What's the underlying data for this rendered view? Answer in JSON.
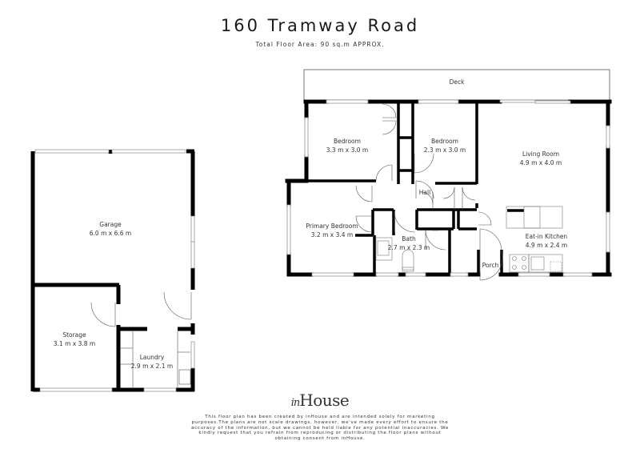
{
  "header": {
    "title": "160 Tramway Road",
    "subtitle": "Total Floor Area: 90 sq.m APPROX."
  },
  "rooms": {
    "deck": {
      "name": "Deck",
      "size": ""
    },
    "bedroom1": {
      "name": "Bedroom",
      "size": "3.3 m x 3.0 m"
    },
    "bedroom2": {
      "name": "Bedroom",
      "size": "2.3 m x 3.0 m"
    },
    "living": {
      "name": "Living Room",
      "size": "4.9 m x 4.0 m"
    },
    "hall": {
      "name": "Hall",
      "size": ""
    },
    "primary_bedroom": {
      "name": "Primary Bedroom",
      "size": "3.2 m x 3.4 m"
    },
    "bath": {
      "name": "Bath",
      "size": "2.7 m x 2.3 m"
    },
    "kitchen": {
      "name": "Eat-in Kitchen",
      "size": "4.9 m x 2.4 m"
    },
    "porch": {
      "name": "Porch",
      "size": ""
    },
    "garage": {
      "name": "Garage",
      "size": "6.0 m x 6.6 m"
    },
    "storage": {
      "name": "Storage",
      "size": "3.1 m x 3.8 m"
    },
    "laundry": {
      "name": "Laundry",
      "size": "2.9 m x 2.1 m"
    }
  },
  "footer": {
    "logo_prefix": "in",
    "logo_main": "House",
    "disclaimer": "This floor plan has been created by inHouse and are intended solely for marketing purposes.The plans are not scale drawings, however, we've made every effort to ensure the accuracy of the information, but we cannot be held liable for any potential inaccuracies. We kindly request that you refrain from reproducing or distributing the floor plans without obtaining consent from inHouse."
  },
  "colors": {
    "wall": "#000000",
    "window": "#9a9a9a",
    "background": "#ffffff"
  }
}
